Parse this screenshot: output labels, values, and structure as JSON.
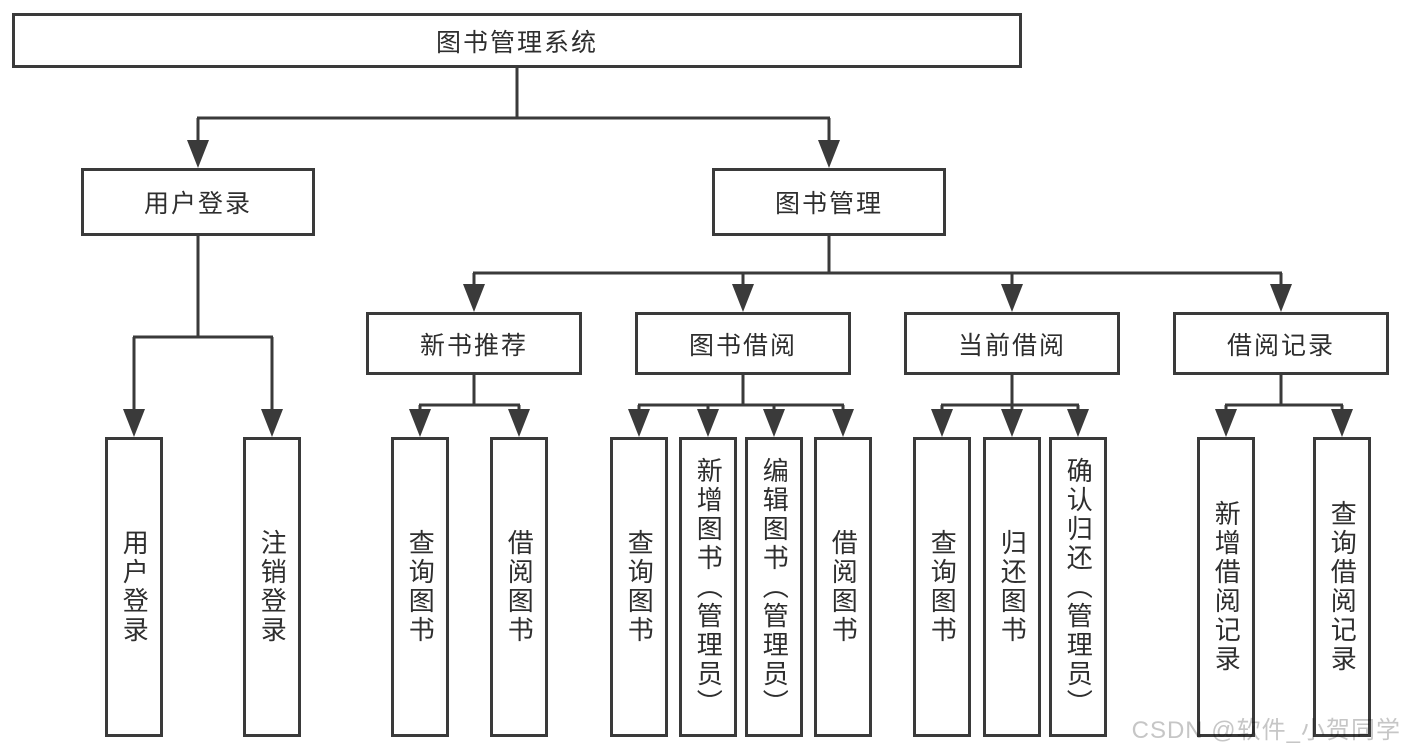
{
  "tree": {
    "root": {
      "label": "图书管理系统"
    },
    "branches": [
      {
        "label": "用户登录",
        "leaves": [
          "用户登录",
          "注销登录"
        ]
      },
      {
        "label": "图书管理",
        "groups": [
          {
            "label": "新书推荐",
            "leaves": [
              "查询图书",
              "借阅图书"
            ]
          },
          {
            "label": "图书借阅",
            "leaves": [
              "查询图书",
              "新增图书（管理员）",
              "编辑图书（管理员）",
              "借阅图书"
            ]
          },
          {
            "label": "当前借阅",
            "leaves": [
              "查询图书",
              "归还图书",
              "确认归还（管理员）"
            ]
          },
          {
            "label": "借阅记录",
            "leaves": [
              "新增借阅记录",
              "查询借阅记录"
            ]
          }
        ]
      }
    ]
  },
  "watermark": {
    "text": "CSDN @软件_小贺同学"
  },
  "colors": {
    "line": "#3a3a3a",
    "text": "#2e2e2e",
    "background": "#ffffff",
    "watermark": "#c6c6c6"
  }
}
